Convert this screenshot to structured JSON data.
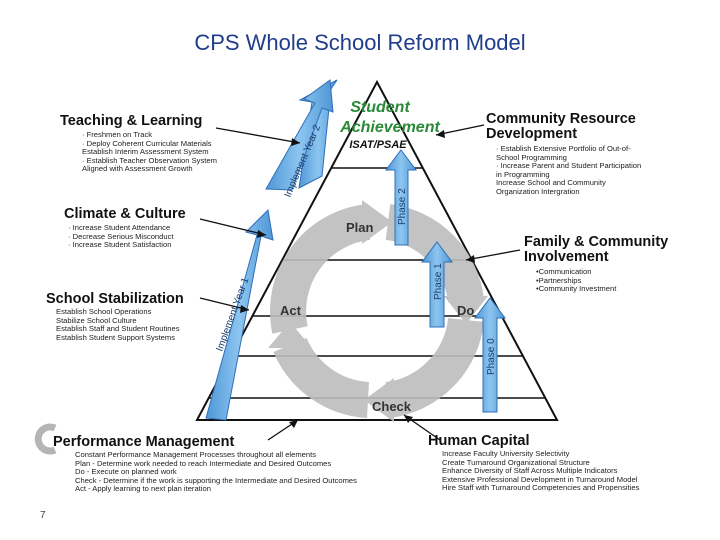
{
  "title": "CPS Whole School Reform Model",
  "slide_number": "7",
  "apex": {
    "line1": "Student",
    "line2": "Achievement",
    "line3": "ISAT/PSAE"
  },
  "cycle": {
    "plan": "Plan",
    "act": "Act",
    "do": "Do",
    "check": "Check"
  },
  "phases": {
    "phase2": "Phase 2",
    "phase1": "Phase 1",
    "phase0": "Phase 0"
  },
  "implement": {
    "year2": "Implement Year 2",
    "year1": "Implement Year 1"
  },
  "teaching": {
    "heading": "Teaching & Learning",
    "items": [
      "· Freshmen on Track",
      "· Deploy Coherent Curricular Materials",
      "  Establish Interim Assessment System",
      "· Establish Teacher Observation System",
      "  Aligned with Assessment Growth"
    ]
  },
  "climate": {
    "heading": "Climate & Culture",
    "items": [
      "· Increase Student Attendance",
      "· Decrease Serious Misconduct",
      "· Increase Student Satisfaction"
    ]
  },
  "stabilization": {
    "heading": "School Stabilization",
    "items": [
      "Establish School Operations",
      "Stabilize School Culture",
      "Establish Staff and Student Routines",
      "Establish Student Support Systems"
    ]
  },
  "community": {
    "heading1": "Community Resource",
    "heading2": "Development",
    "items": [
      "· Establish Extensive Portfolio of Out-of-",
      "  School Programming",
      "· Increase Parent and Student Participation",
      "  in Programming",
      "  Increase School and Community",
      "  Organization Intergration"
    ]
  },
  "family": {
    "heading1": "Family & Community",
    "heading2": "Involvement",
    "items": [
      "•Communication",
      "•Partnerships",
      "•Community Investment"
    ]
  },
  "performance": {
    "heading": "Performance Management",
    "items": [
      "Constant Performance Management Processes throughout all elements",
      "Plan - Determine work needed to reach Intermediate and Desired Outcomes",
      "Do - Execute on planned work",
      "Check - Determine if the work is supporting the Intermediate and Desired Outcomes",
      "Act - Apply learning to next plan iteration"
    ]
  },
  "human": {
    "heading": "Human Capital",
    "items": [
      "Increase Faculty University Selectivity",
      "Create Turnaround Organizational Structure",
      "Enhance Diversity of Staff Across Multiple Indicators",
      "Extensive Professional Development in Turnaround Model",
      "Hire Staff with Turnaround Competencies and Propensities"
    ]
  },
  "colors": {
    "arrow": "#5fa7e0",
    "arrow_edge": "#2f6fb8",
    "cycle": "#b8b8b8",
    "apex_text": "#2a8a3a",
    "title": "#1f3d8a"
  }
}
